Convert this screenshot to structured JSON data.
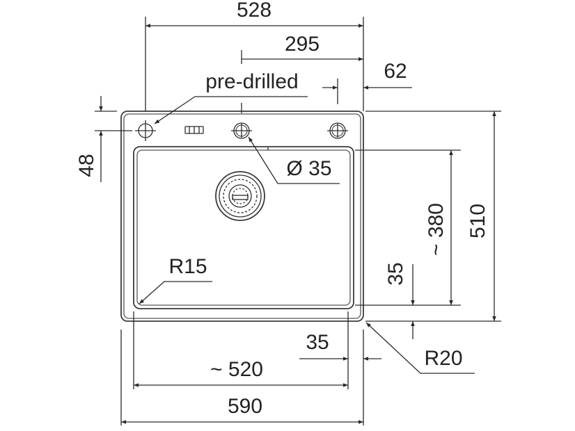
{
  "labels": {
    "width_top": "528",
    "hole_offset": "295",
    "hole_edge": "62",
    "pre_drilled": "pre-drilled",
    "height_48": "48",
    "hole_diameter": "Ø 35",
    "bowl_depth": "~ 380",
    "total_depth": "510",
    "bottom_margin": "35",
    "radius_inner": "R15",
    "side_margin": "35",
    "radius_outer": "R20",
    "bowl_width": "~ 520",
    "total_width": "590"
  },
  "colors": {
    "line": "#2a2a2a",
    "outline": "#3a3a3a",
    "text": "#222222"
  }
}
